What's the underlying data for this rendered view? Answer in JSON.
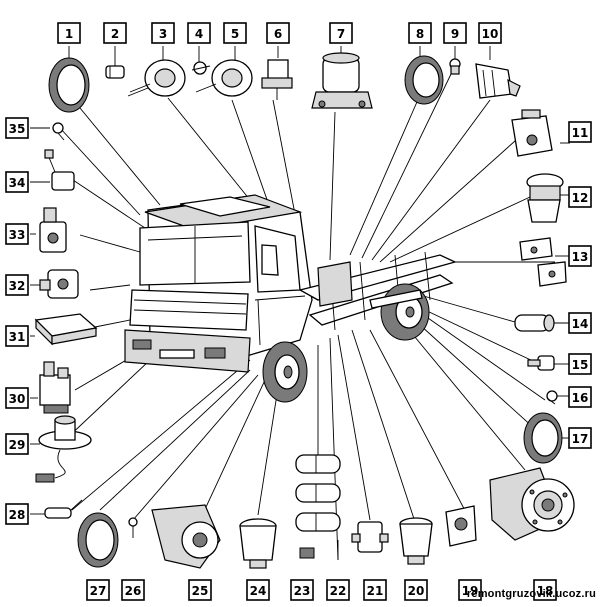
{
  "diagram": {
    "part_labels": [
      "1",
      "2",
      "3",
      "4",
      "5",
      "6",
      "7",
      "8",
      "9",
      "10",
      "11",
      "12",
      "13",
      "14",
      "15",
      "16",
      "17",
      "18",
      "19",
      "20",
      "21",
      "22",
      "23",
      "24",
      "25",
      "26",
      "27",
      "28",
      "29",
      "30",
      "31",
      "32",
      "33",
      "34",
      "35"
    ]
  },
  "watermark": "remontgruzovik.ucoz.ru",
  "colors": {
    "line": "#000000",
    "background": "#ffffff",
    "shade": "#d9d9d9"
  }
}
